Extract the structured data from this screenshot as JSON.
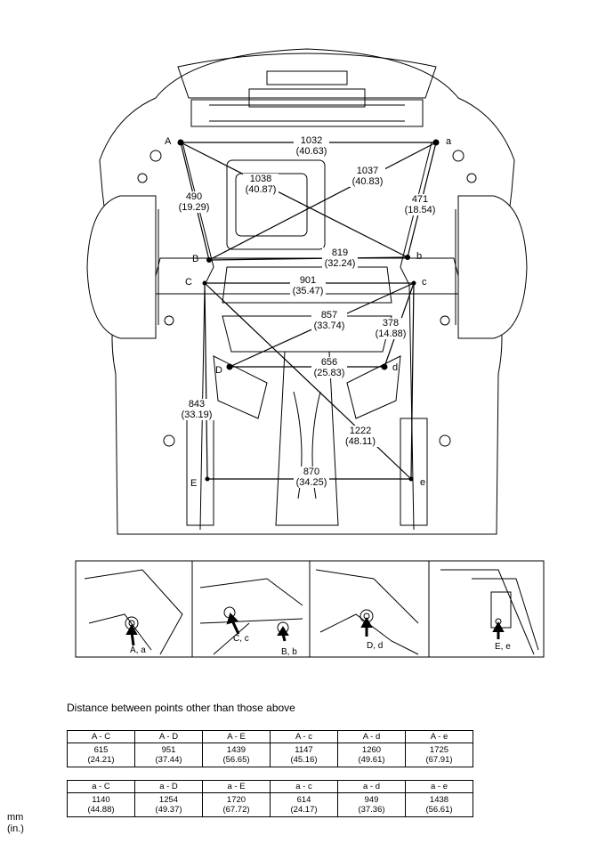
{
  "measurements": [
    {
      "mm": "1032",
      "in": "(40.63)"
    },
    {
      "mm": "1038",
      "in": "(40.87)"
    },
    {
      "mm": "1037",
      "in": "(40.83)"
    },
    {
      "mm": "490",
      "in": "(19.29)"
    },
    {
      "mm": "471",
      "in": "(18.54)"
    },
    {
      "mm": "819",
      "in": "(32.24)"
    },
    {
      "mm": "901",
      "in": "(35.47)"
    },
    {
      "mm": "857",
      "in": "(33.74)"
    },
    {
      "mm": "378",
      "in": "(14.88)"
    },
    {
      "mm": "656",
      "in": "(25.83)"
    },
    {
      "mm": "843",
      "in": "(33.19)"
    },
    {
      "mm": "1222",
      "in": "(48.11)"
    },
    {
      "mm": "870",
      "in": "(34.25)"
    }
  ],
  "points": {
    "A": "A",
    "a": "a",
    "B": "B",
    "b": "b",
    "C": "C",
    "c": "c",
    "D": "D",
    "d": "d",
    "E": "E",
    "e": "e"
  },
  "insets": [
    {
      "caption": "A, a"
    },
    {
      "caption": "C, c"
    },
    {
      "caption": "B, b"
    },
    {
      "caption": "D, d"
    },
    {
      "caption": "E, e"
    }
  ],
  "caption": "Distance between points other than those above",
  "table1": {
    "headers": [
      "A - C",
      "A - D",
      "A - E",
      "A - c",
      "A - d",
      "A - e"
    ],
    "mm": [
      "615",
      "951",
      "1439",
      "1147",
      "1260",
      "1725"
    ],
    "in": [
      "(24.21)",
      "(37.44)",
      "(56.65)",
      "(45.16)",
      "(49.61)",
      "(67.91)"
    ]
  },
  "table2": {
    "headers": [
      "a - C",
      "a - D",
      "a - E",
      "a - c",
      "a - d",
      "a - e"
    ],
    "mm": [
      "1140",
      "1254",
      "1720",
      "614",
      "949",
      "1438"
    ],
    "in": [
      "(44.88)",
      "(49.37)",
      "(67.72)",
      "(24.17)",
      "(37.36)",
      "(56.61)"
    ]
  },
  "unit": {
    "mm": "mm",
    "in": "(in.)"
  }
}
